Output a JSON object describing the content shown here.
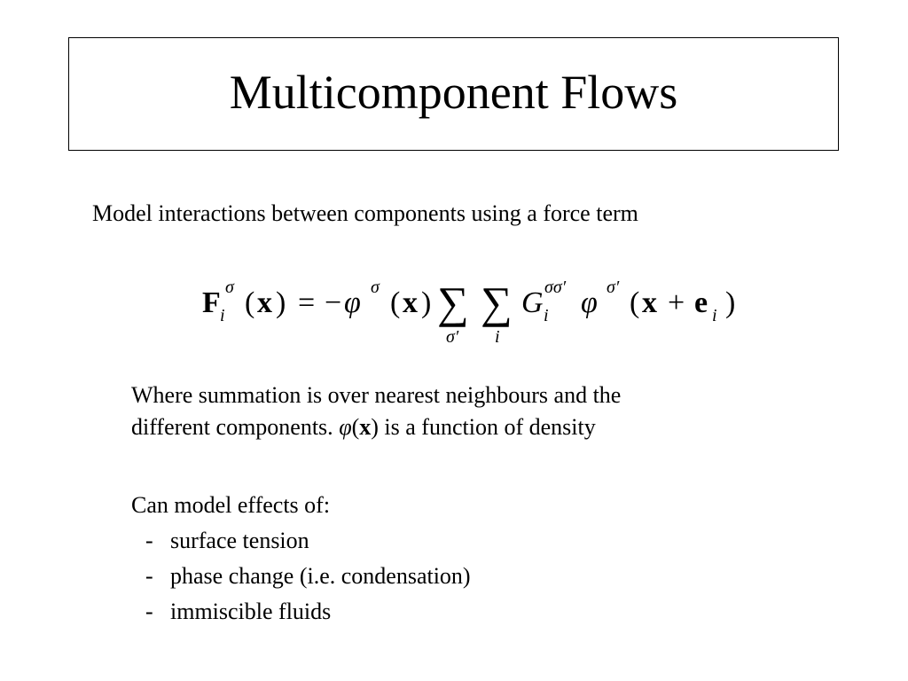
{
  "slide": {
    "title": "Multicomponent Flows",
    "intro": "Model interactions between components using a force term",
    "equation": {
      "F": "F",
      "sub_i": "i",
      "sigma": "σ",
      "lparen": "(",
      "x": "x",
      "rparen": ")",
      "equals": "=",
      "minus": "−",
      "phi": "φ",
      "sum": "∑",
      "sigma_prime": "σ′",
      "G": "G",
      "sigma_sigma_prime": "σσ′",
      "plus": "+",
      "e": "e"
    },
    "summation_line1": "Where summation is over nearest neighbours and the",
    "summation_line2_a": "different components.",
    "inline_phi": "φ",
    "inline_lparen": "(",
    "inline_x": "x",
    "inline_rparen": ")",
    "summation_line2_b": "is a function of density",
    "effects_heading": "Can model effects of:",
    "effects": [
      {
        "dash": "-",
        "label": "surface tension"
      },
      {
        "dash": "-",
        "label": "phase change (i.e. condensation)"
      },
      {
        "dash": "-",
        "label": "immiscible fluids"
      }
    ]
  }
}
